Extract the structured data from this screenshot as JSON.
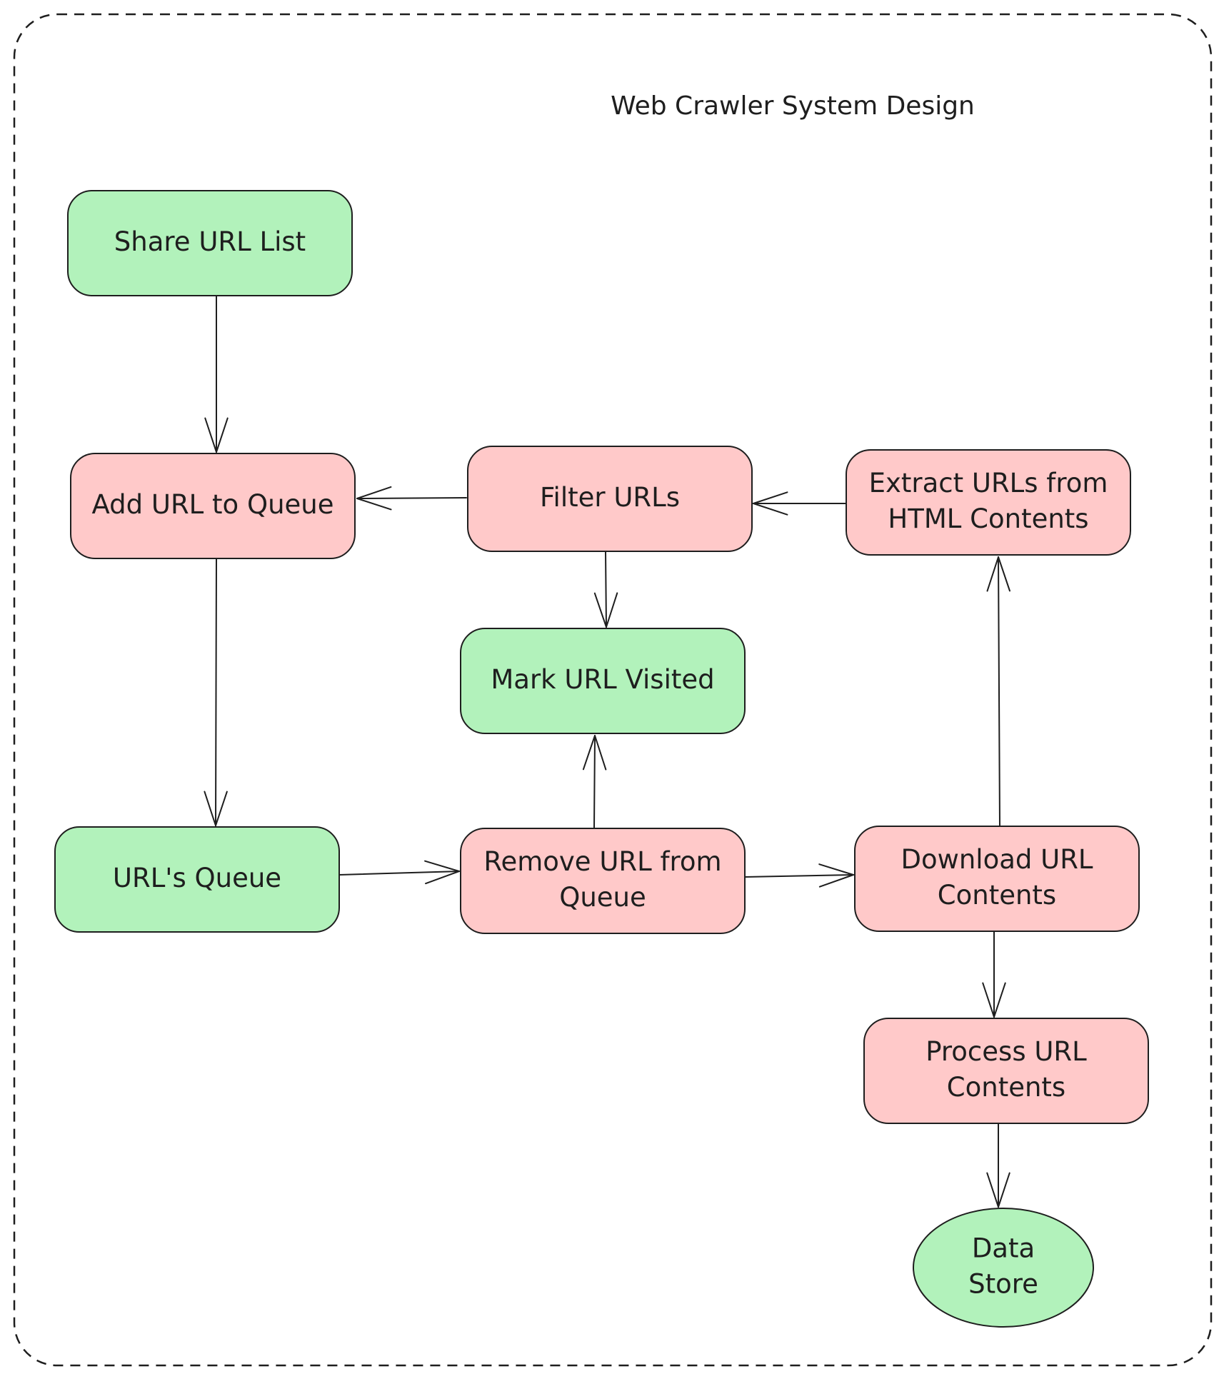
{
  "title": "Web Crawler System Design",
  "colors": {
    "green": "#b2f2bb",
    "red": "#ffc9c9",
    "stroke": "#1e1e1e"
  },
  "nodes": [
    {
      "id": "share-url-list",
      "lines": [
        "Share URL List"
      ],
      "color": "green",
      "shape": "rounded-rect"
    },
    {
      "id": "add-url-to-queue",
      "lines": [
        "Add URL to Queue"
      ],
      "color": "red",
      "shape": "rounded-rect"
    },
    {
      "id": "filter-urls",
      "lines": [
        "Filter URLs"
      ],
      "color": "red",
      "shape": "rounded-rect"
    },
    {
      "id": "extract-urls",
      "lines": [
        "Extract URLs from",
        "HTML Contents"
      ],
      "color": "red",
      "shape": "rounded-rect"
    },
    {
      "id": "mark-url-visited",
      "lines": [
        "Mark URL Visited"
      ],
      "color": "green",
      "shape": "rounded-rect"
    },
    {
      "id": "urls-queue",
      "lines": [
        "URL's Queue"
      ],
      "color": "green",
      "shape": "rounded-rect"
    },
    {
      "id": "remove-url-from-queue",
      "lines": [
        "Remove URL from",
        "Queue"
      ],
      "color": "red",
      "shape": "rounded-rect"
    },
    {
      "id": "download-url-contents",
      "lines": [
        "Download URL",
        "Contents"
      ],
      "color": "red",
      "shape": "rounded-rect"
    },
    {
      "id": "process-url-contents",
      "lines": [
        "Process URL",
        "Contents"
      ],
      "color": "red",
      "shape": "rounded-rect"
    },
    {
      "id": "data-store",
      "lines": [
        "Data",
        "Store"
      ],
      "color": "green",
      "shape": "ellipse"
    }
  ],
  "edges": [
    {
      "from": "share-url-list",
      "to": "add-url-to-queue"
    },
    {
      "from": "add-url-to-queue",
      "to": "urls-queue"
    },
    {
      "from": "urls-queue",
      "to": "remove-url-from-queue"
    },
    {
      "from": "remove-url-from-queue",
      "to": "mark-url-visited"
    },
    {
      "from": "remove-url-from-queue",
      "to": "download-url-contents"
    },
    {
      "from": "download-url-contents",
      "to": "extract-urls"
    },
    {
      "from": "download-url-contents",
      "to": "process-url-contents"
    },
    {
      "from": "process-url-contents",
      "to": "data-store"
    },
    {
      "from": "extract-urls",
      "to": "filter-urls"
    },
    {
      "from": "filter-urls",
      "to": "add-url-to-queue"
    },
    {
      "from": "filter-urls",
      "to": "mark-url-visited"
    }
  ]
}
